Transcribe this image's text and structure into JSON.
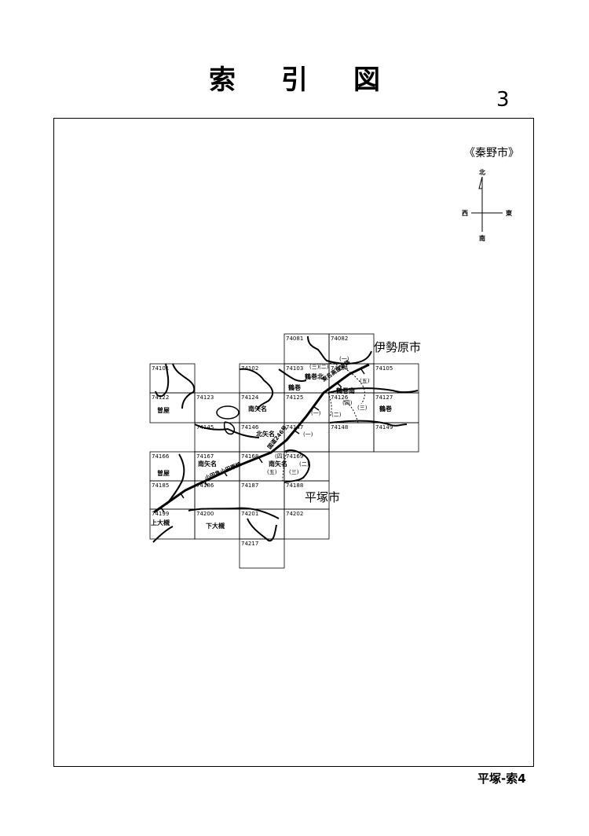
{
  "title": "索引図",
  "page_number": "3",
  "sheet_code": "平塚-索4",
  "city_label": "《秦野市》",
  "compass": {
    "north": "北",
    "south": "南",
    "east": "東",
    "west": "西"
  },
  "neighbor_cities": {
    "isehara": "伊勢原市",
    "hiratsuka": "平塚市"
  },
  "tiles": [
    {
      "id": "74081"
    },
    {
      "id": "74082"
    },
    {
      "id": "74101"
    },
    {
      "id": "74102"
    },
    {
      "id": "74103"
    },
    {
      "id": "74104"
    },
    {
      "id": "74105"
    },
    {
      "id": "74122"
    },
    {
      "id": "74123"
    },
    {
      "id": "74124"
    },
    {
      "id": "74125"
    },
    {
      "id": "74126"
    },
    {
      "id": "74127"
    },
    {
      "id": "74145"
    },
    {
      "id": "74146"
    },
    {
      "id": "74147"
    },
    {
      "id": "74148"
    },
    {
      "id": "74149"
    },
    {
      "id": "74166"
    },
    {
      "id": "74167"
    },
    {
      "id": "74168"
    },
    {
      "id": "74169"
    },
    {
      "id": "74185"
    },
    {
      "id": "74186"
    },
    {
      "id": "74187"
    },
    {
      "id": "74188"
    },
    {
      "id": "74199"
    },
    {
      "id": "74200"
    },
    {
      "id": "74201"
    },
    {
      "id": "74202"
    },
    {
      "id": "74217"
    }
  ],
  "place_names": [
    "曽屋",
    "曽屋",
    "南矢名",
    "北矢名",
    "南矢名",
    "南矢名",
    "鶴巻",
    "鶴巻",
    "鶴巻北",
    "鶴巻南",
    "上大槻",
    "下大槻"
  ],
  "district_marks": [
    "(一)",
    "(二)",
    "(三)",
    "(四)",
    "(五)"
  ],
  "railway_labels": [
    "小田急小田原線",
    "国道246号",
    "東名高速道路"
  ]
}
